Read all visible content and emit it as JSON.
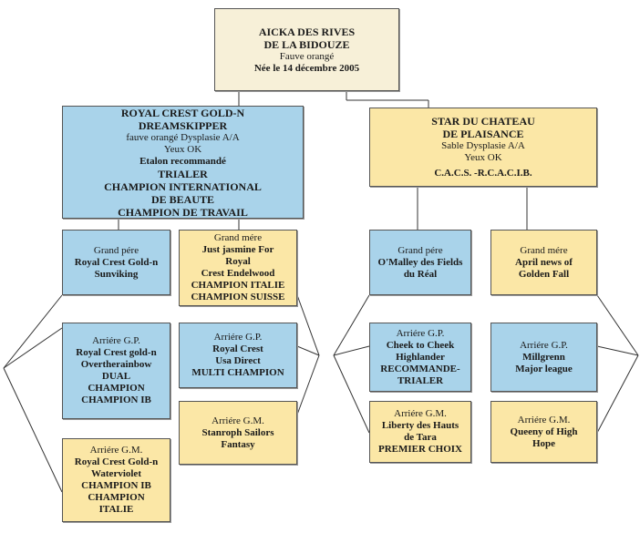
{
  "root": {
    "name1": "AICKA DES RIVES",
    "name2": "DE LA BIDOUZE",
    "color": "Fauve orangé",
    "born": "Née le 14 décembre 2005"
  },
  "sire": {
    "name1": "ROYAL CREST GOLD-N",
    "name2": "DREAMSKIPPER",
    "info1": "fauve orangé Dysplasie A/A",
    "info2": "Yeux OK",
    "t1": "Etalon recommandé",
    "t2": "TRIALER",
    "t3": "CHAMPION INTERNATIONAL",
    "t4": "DE  BEAUTE",
    "t5": "CHAMPION DE TRAVAIL"
  },
  "dam": {
    "name1": "STAR DU CHATEAU",
    "name2": "DE PLAISANCE",
    "info1": "Sable Dysplasie A/A",
    "info2": "Yeux OK",
    "t1": "C.A.C.S. -R.C.A.C.I.B."
  },
  "left_gp": {
    "label": "Grand pére",
    "l1": "Royal Crest Gold-n",
    "l2": "Sunviking"
  },
  "left_gm": {
    "label": "Grand mére",
    "l1": "Just jasmine For",
    "l2": "Royal",
    "l3": "Crest Endelwood",
    "l4": "CHAMPION ITALIE",
    "l5": "CHAMPION SUISSE"
  },
  "right_gp": {
    "label": "Grand pére",
    "l1": "O'Malley des Fields",
    "l2": "du Réal"
  },
  "right_gm": {
    "label": "Grand mére",
    "l1": "April news  of",
    "l2": "Golden Fall"
  },
  "agp1": {
    "label": "Arriére G.P.",
    "l1": "Royal Crest gold-n",
    "l2": "Overtherainbow",
    "l3": "DUAL",
    "l4": "CHAMPION",
    "l5": "CHAMPION IB"
  },
  "agm1": {
    "label": "Arriére G.M.",
    "l1": "Royal Crest Gold-n",
    "l2": "Waterviolet",
    "l3": "CHAMPION IB",
    "l4": "CHAMPION",
    "l5": "ITALIE"
  },
  "agp2": {
    "label": "Arriére G.P.",
    "l1": "Royal  Crest",
    "l2": "Usa Direct",
    "l3": "MULTI CHAMPION"
  },
  "agm2": {
    "label": "Arriére G.M.",
    "l1": "Stanroph Sailors",
    "l2": "Fantasy"
  },
  "agp3": {
    "label": "Arriére G.P.",
    "l1": "Cheek to Cheek",
    "l2": "Highlander",
    "l3": "RECOMMANDE-",
    "l4": "TRIALER"
  },
  "agm3": {
    "label": "Arriére  G.M.",
    "l1": "Liberty des Hauts",
    "l2": "de Tara",
    "l3": "PREMIER CHOIX"
  },
  "agp4": {
    "label": "Arriére G.P.",
    "l1": "Millgrenn",
    "l2": "Major league"
  },
  "agm4": {
    "label": "Arriére G.M.",
    "l1": "Queeny of High",
    "l2": "Hope"
  },
  "colors": {
    "blue": "#a9d3ea",
    "yellow": "#fbe7a6",
    "cream": "#f7f0d8"
  }
}
